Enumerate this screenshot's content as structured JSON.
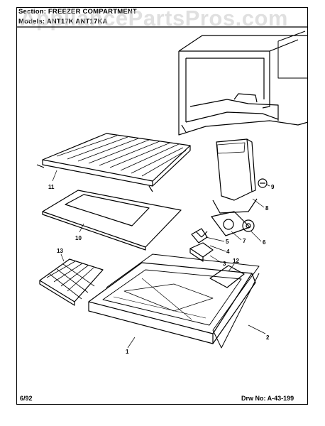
{
  "watermark": "AppliancePartsPros.com",
  "header": {
    "section_line": "Section: FREEZER COMPARTMENT",
    "model_line": "Models: ANT17K  ANT17KA"
  },
  "footer": {
    "date": "6/92",
    "drawing_number": "Drw No: A-43-199"
  },
  "callouts": [
    "1",
    "2",
    "3",
    "4",
    "5",
    "6",
    "7",
    "8",
    "9",
    "10",
    "11",
    "12",
    "13"
  ]
}
